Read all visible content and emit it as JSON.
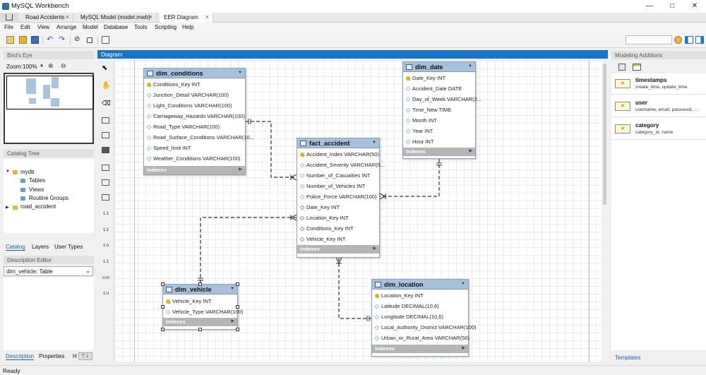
{
  "window": {
    "title": "MySQL Workbench",
    "minimize": "—",
    "maximize": "□",
    "close": "✕"
  },
  "tabs": [
    {
      "label": "Road Accidents",
      "close": "×"
    },
    {
      "label": "MySQL Model (model.mwb)",
      "close": "×"
    },
    {
      "label": "EER Diagram",
      "close": "×"
    }
  ],
  "menu": [
    "File",
    "Edit",
    "View",
    "Arrange",
    "Model",
    "Database",
    "Tools",
    "Scripting",
    "Help"
  ],
  "birds_eye": {
    "title": "Bird's Eye",
    "zoom_label": "Zoom:",
    "zoom_value": "100%"
  },
  "catalog_tree": {
    "title": "Catalog Tree",
    "db": "mydb",
    "children": [
      "Tables",
      "Views",
      "Routine Groups"
    ],
    "db2": "road_accident"
  },
  "sidebar_tabs": [
    "Catalog",
    "Layers",
    "User Types"
  ],
  "description_editor": {
    "title": "Description Editor",
    "selected": "dim_vehicle: Table"
  },
  "bottom_tabs": [
    "Description",
    "Properties",
    "H"
  ],
  "diagram": {
    "title": "Diagram",
    "indexes_label": "Indexes",
    "entities": [
      {
        "name": "dim_conditions",
        "columns": [
          {
            "name": "Conditions_Key INT",
            "kind": "pk"
          },
          {
            "name": "Junction_Detail VARCHAR(100)",
            "kind": "at"
          },
          {
            "name": "Light_Conditions VARCHAR(100)",
            "kind": "at"
          },
          {
            "name": "Carriageway_Hazards VARCHAR(100)",
            "kind": "at"
          },
          {
            "name": "Road_Type VARCHAR(100)",
            "kind": "at"
          },
          {
            "name": "Road_Surface_Conditions VARCHAR(10...",
            "kind": "at"
          },
          {
            "name": "Speed_limit INT",
            "kind": "at"
          },
          {
            "name": "Weather_Conditions VARCHAR(100)",
            "kind": "at"
          }
        ]
      },
      {
        "name": "dim_date",
        "columns": [
          {
            "name": "Date_Key INT",
            "kind": "pk"
          },
          {
            "name": "Accident_Date DATE",
            "kind": "at"
          },
          {
            "name": "Day_of_Week VARCHAR(2...",
            "kind": "at"
          },
          {
            "name": "Time_New TIME",
            "kind": "at"
          },
          {
            "name": "Month INT",
            "kind": "at"
          },
          {
            "name": "Year INT",
            "kind": "at"
          },
          {
            "name": "Hour INT",
            "kind": "at"
          }
        ]
      },
      {
        "name": "fact_accident",
        "columns": [
          {
            "name": "Accident_Index VARCHAR(50)",
            "kind": "pk"
          },
          {
            "name": "Accident_Severity VARCHAR(5...",
            "kind": "at"
          },
          {
            "name": "Number_of_Casualties INT",
            "kind": "at"
          },
          {
            "name": "Number_of_Vehicles INT",
            "kind": "at"
          },
          {
            "name": "Police_Force VARCHAR(100)",
            "kind": "at"
          },
          {
            "name": "Date_Key INT",
            "kind": "fk"
          },
          {
            "name": "Location_Key INT",
            "kind": "fk"
          },
          {
            "name": "Conditions_Key INT",
            "kind": "fk"
          },
          {
            "name": "Vehicle_Key INT",
            "kind": "fk"
          }
        ]
      },
      {
        "name": "dim_vehicle",
        "columns": [
          {
            "name": "Vehicle_Key INT",
            "kind": "pk"
          },
          {
            "name": "Vehicle_Type VARCHAR(100)",
            "kind": "at"
          }
        ]
      },
      {
        "name": "dim_location",
        "columns": [
          {
            "name": "Location_Key INT",
            "kind": "pk"
          },
          {
            "name": "Latitude DECIMAL(10,6)",
            "kind": "at"
          },
          {
            "name": "Longitude DECIMAL(10,6)",
            "kind": "at"
          },
          {
            "name": "Local_Authority_District VARCHAR(100)",
            "kind": "at"
          },
          {
            "name": "Urban_or_Rural_Area VARCHAR(50)",
            "kind": "at"
          }
        ]
      }
    ],
    "palette_rel_labels": [
      "1:1",
      "1:1",
      "1:n",
      "1:1",
      "n:m",
      "1:n"
    ]
  },
  "modeling_additions": {
    "title": "Modeling Additions",
    "templates": [
      {
        "name": "timestamps",
        "desc": "create_time, update_time"
      },
      {
        "name": "user",
        "desc": "username, email, password, ..."
      },
      {
        "name": "category",
        "desc": "category_id, name"
      }
    ],
    "tab": "Templates"
  },
  "status": "Ready",
  "colors": {
    "diagram_header": "#1b73c9",
    "entity_header": "#a7c1dc",
    "pk": "#d9b21c"
  }
}
